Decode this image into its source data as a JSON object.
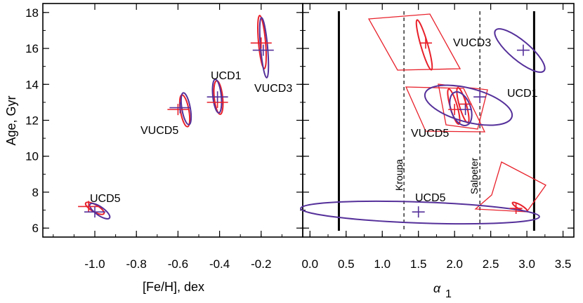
{
  "colors": {
    "red": "#e8202a",
    "purple": "#55309a",
    "axis": "#000000"
  },
  "chart_data": [
    {
      "type": "scatter",
      "panel": "left",
      "xlabel": "[Fe/H], dex",
      "ylabel": "Age, Gyr",
      "xlim": [
        -1.25,
        0.0
      ],
      "ylim": [
        5.5,
        18.5
      ],
      "xticks": [
        -1.0,
        -0.8,
        -0.6,
        -0.4,
        -0.2
      ],
      "xtick_labels": [
        "-1.0",
        "-0.8",
        "-0.6",
        "-0.4",
        "-0.2"
      ],
      "yticks": [
        6,
        8,
        10,
        12,
        14,
        16,
        18
      ],
      "ytick_labels": [
        "6",
        "8",
        "10",
        "12",
        "14",
        "16",
        "18"
      ],
      "points": [
        {
          "name": "UCD5",
          "red": {
            "x": -1.03,
            "y": 7.2
          },
          "purple": {
            "x": -1.0,
            "y": 6.9
          }
        },
        {
          "name": "VUCD5",
          "red": {
            "x": -0.6,
            "y": 12.6
          },
          "purple": {
            "x": -0.59,
            "y": 12.7
          }
        },
        {
          "name": "UCD1",
          "red": {
            "x": -0.41,
            "y": 13.0
          },
          "purple": {
            "x": -0.41,
            "y": 13.3
          }
        },
        {
          "name": "VUCD3",
          "red": {
            "x": -0.2,
            "y": 16.3
          },
          "purple": {
            "x": -0.19,
            "y": 15.9
          }
        }
      ]
    },
    {
      "type": "scatter",
      "panel": "right",
      "xlabel": "α",
      "xlabel_sub": "1",
      "xlim": [
        -0.1,
        3.65
      ],
      "ylim": [
        5.5,
        18.5
      ],
      "xticks": [
        0.0,
        0.5,
        1.0,
        1.5,
        2.0,
        2.5,
        3.0,
        3.5
      ],
      "xtick_labels": [
        "0.0",
        "0.5",
        "1.0",
        "1.5",
        "2.0",
        "2.5",
        "3.0",
        "3.5"
      ],
      "reference_lines": [
        {
          "label": "Kroupa",
          "x": 1.3,
          "style": "dashed"
        },
        {
          "label": "Salpeter",
          "x": 2.35,
          "style": "dashed"
        }
      ],
      "bounds": [
        0.4,
        3.1
      ],
      "points": [
        {
          "name": "VUCD3",
          "red": {
            "x": 1.6,
            "y": 16.3
          },
          "purple": {
            "x": 2.95,
            "y": 15.9
          }
        },
        {
          "name": "UCD1",
          "red": {
            "x": 2.15,
            "y": 12.9
          },
          "purple": {
            "x": 2.35,
            "y": 13.3
          }
        },
        {
          "name": "VUCD5",
          "red": {
            "x": 2.0,
            "y": 12.6
          },
          "purple": {
            "x": 2.15,
            "y": 12.6
          }
        },
        {
          "name": "UCD5",
          "red": {
            "x": 2.85,
            "y": 7.1
          },
          "purple": {
            "x": 1.5,
            "y": 6.9
          }
        }
      ]
    }
  ],
  "labels": {
    "left": [
      "UCD5",
      "VUCD5",
      "UCD1",
      "VUCD3"
    ],
    "right": [
      "VUCD3",
      "UCD1",
      "VUCD5",
      "UCD5"
    ],
    "kroupa": "Kroupa",
    "salpeter": "Salpeter"
  }
}
